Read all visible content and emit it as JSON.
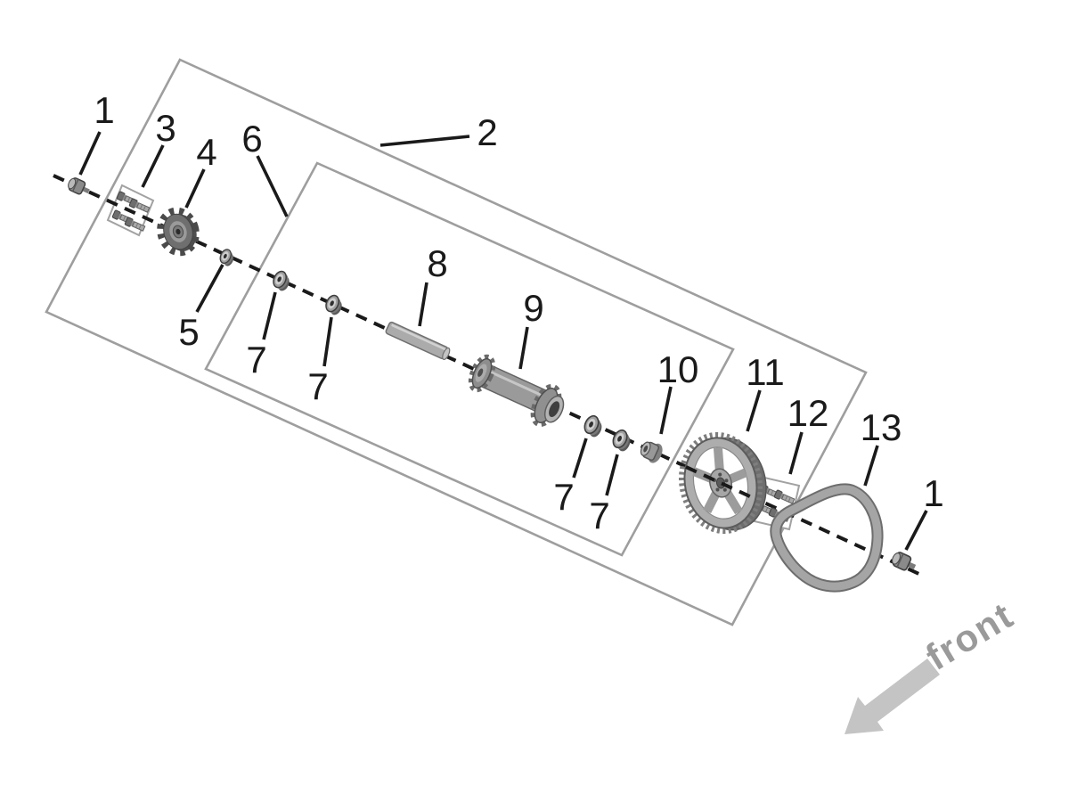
{
  "diagram": {
    "type": "exploded-parts-diagram",
    "callouts": [
      "1",
      "3",
      "4",
      "6",
      "2",
      "5",
      "7",
      "7",
      "8",
      "9",
      "7",
      "7",
      "10",
      "11",
      "12",
      "13",
      "1"
    ],
    "front_label": "front",
    "colors": {
      "callout_text": "#1a1a1a",
      "assembly_box_stroke": "#9e9e9e",
      "centerline": "#1a1a1a",
      "part_gray": "#9a9a9a",
      "front_text": "#9a9a9a",
      "front_arrow": "#c4c4c4"
    }
  }
}
